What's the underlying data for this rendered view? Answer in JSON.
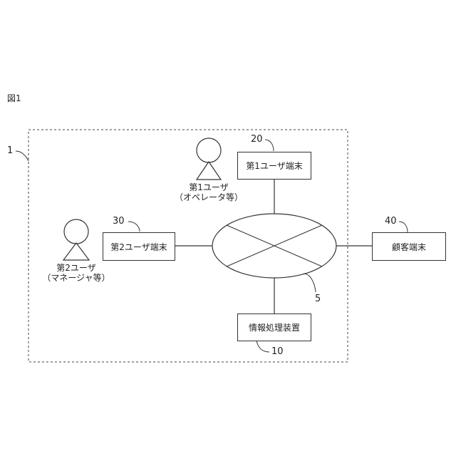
{
  "figure_label": "図1",
  "system_ref": "1",
  "network_ref": "5",
  "nodes": {
    "first_user_terminal": {
      "ref": "20",
      "label": "第1ユーザ端末"
    },
    "second_user_terminal": {
      "ref": "30",
      "label": "第2ユーザ端末"
    },
    "customer_terminal": {
      "ref": "40",
      "label": "顧客端末"
    },
    "information_processing_device": {
      "ref": "10",
      "label": "情報処理装置"
    }
  },
  "people": {
    "first_user": {
      "name": "第1ユーザ",
      "role": "（オペレータ等）"
    },
    "second_user": {
      "name": "第2ユーザ",
      "role": "（マネージャ等）"
    }
  }
}
